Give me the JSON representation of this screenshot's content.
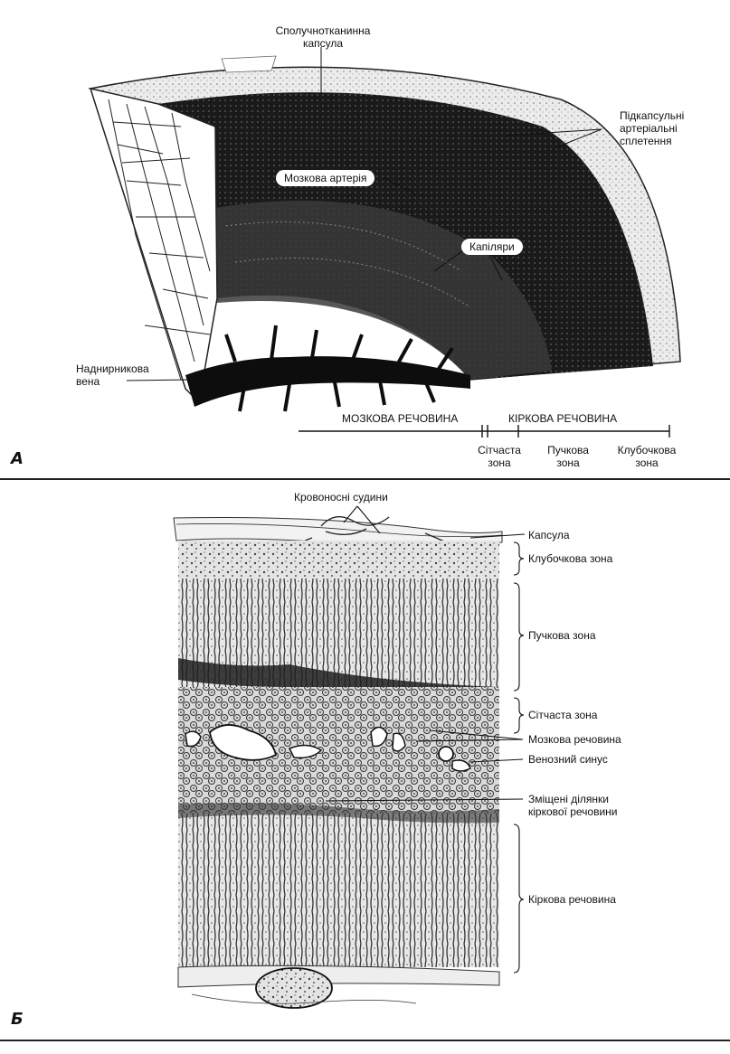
{
  "panel_a": {
    "letter": "А",
    "labels": {
      "capsule_1": "Сполучнотканинна",
      "capsule_2": "капсула",
      "subcapsular_1": "Підкапсульні",
      "subcapsular_2": "артеріальні",
      "subcapsular_3": "сплетення",
      "medullary_artery": "Мозкова артерія",
      "capillaries": "Капіляри",
      "vein_1": "Наднирникова",
      "vein_2": "вена",
      "medulla_header": "МОЗКОВА РЕЧОВИНА",
      "cortex_header": "КІРКОВА РЕЧОВИНА",
      "reticular_1": "Сітчаста",
      "reticular_2": "зона",
      "fascicular_1": "Пучкова",
      "fascicular_2": "зона",
      "glomerular_1": "Клубочкова",
      "glomerular_2": "зона"
    }
  },
  "panel_b": {
    "letter": "Б",
    "labels": {
      "vessels": "Кровоносні судини",
      "capsule": "Капсула",
      "glomerular": "Клубочкова зона",
      "fascicular": "Пучкова зона",
      "reticular": "Сітчаста зона",
      "medulla": "Мозкова речовина",
      "venous_sinus": "Венозний синус",
      "displaced_1": "Зміщені ділянки",
      "displaced_2": "кіркової речовини",
      "cortex": "Кіркова речовина"
    }
  }
}
